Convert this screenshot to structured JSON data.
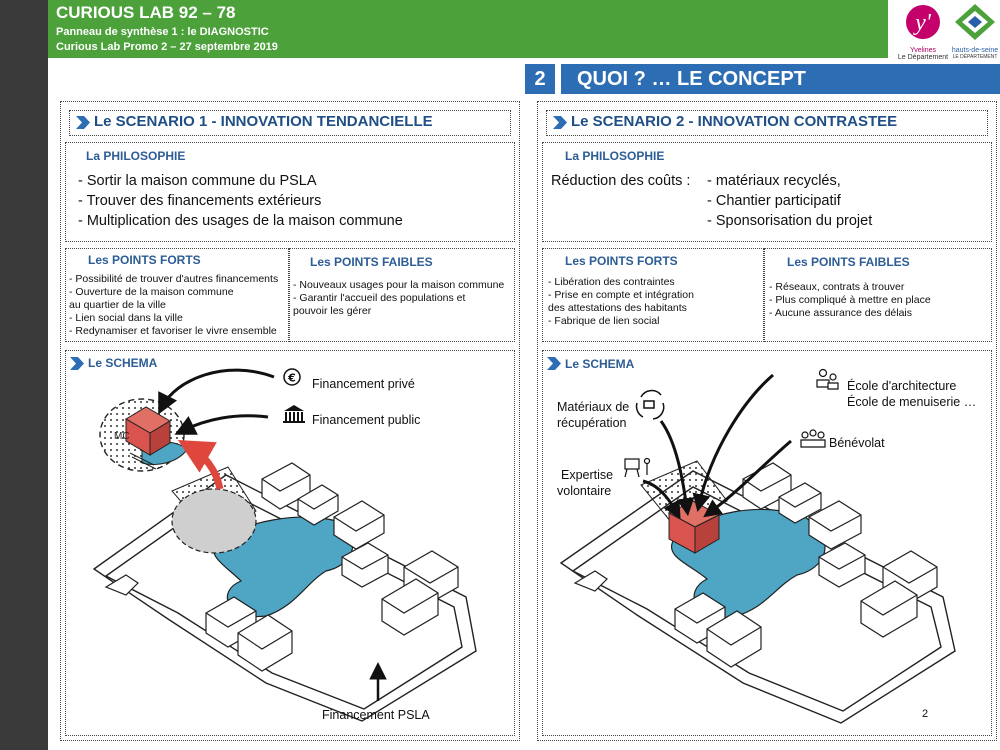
{
  "header": {
    "title": "CURIOUS LAB 92 – 78",
    "subtitle1": "Panneau de synthèse 1 : le DIAGNOSTIC",
    "subtitle2": "Curious Lab Promo 2 – 27 septembre 2019",
    "logo_left_name": "Yvelines",
    "logo_left_sub": "Le Département",
    "logo_right_name": "hauts-de-seine",
    "logo_right_sub": "LE DÉPARTEMENT"
  },
  "side_title": "CURIOUS LAB   92 - 78",
  "section": {
    "number": "2",
    "title": "QUOI ? … LE CONCEPT"
  },
  "scenario1": {
    "title": "Le SCENARIO 1 -  INNOVATION TENDANCIELLE",
    "philo_label": "La PHILOSOPHIE",
    "philo_lines": [
      "- Sortir la maison commune du PSLA",
      "- Trouver des financements extérieurs",
      "- Multiplication des usages de la maison commune"
    ],
    "forts_label": "Les POINTS FORTS",
    "forts_lines": [
      "- Possibilité de trouver d'autres financements",
      "- Ouverture de la maison commune",
      "au quartier de la ville",
      "- Lien social dans la ville",
      "- Redynamiser et favoriser le vivre ensemble"
    ],
    "faibles_label": "Les POINTS FAIBLES",
    "faibles_lines": [
      "- Nouveaux usages pour la maison commune",
      "- Garantir l'accueil des populations et",
      "pouvoir les gérer"
    ],
    "schema_label": "Le SCHEMA",
    "schema": {
      "financement_prive": "Financement privé",
      "financement_public": "Financement public",
      "financement_psla": "Financement PSLA",
      "mc_label": "MC"
    }
  },
  "scenario2": {
    "title": "Le SCENARIO 2 -  INNOVATION CONTRASTEE",
    "philo_label": "La PHILOSOPHIE",
    "philo_lead": "Réduction des coûts :",
    "philo_items": [
      "- matériaux recyclés,",
      "- Chantier participatif",
      "- Sponsorisation du projet"
    ],
    "forts_label": "Les POINTS FORTS",
    "forts_lines": [
      "- Libération des contraintes",
      "- Prise en compte et intégration",
      "des attestations des habitants",
      "- Fabrique de lien social"
    ],
    "faibles_label": "Les POINTS FAIBLES",
    "faibles_lines": [
      "- Réseaux, contrats à trouver",
      "- Plus compliqué à mettre en place",
      "- Aucune assurance des délais"
    ],
    "schema_label": "Le SCHEMA",
    "schema": {
      "materiaux_l1": "Matériaux de",
      "materiaux_l2": "récupération",
      "ecole_l1": "École d'architecture",
      "ecole_l2": "École de menuiserie …",
      "benevolat": "Bénévolat",
      "expertise_l1": "Expertise",
      "expertise_l2": "volontaire"
    },
    "page_number": "2"
  },
  "colors": {
    "header_green": "#4ca13b",
    "section_blue": "#2d6db3",
    "label_blue": "#2d5d95",
    "house_red": "#d9534f",
    "water_blue": "#4ea6c4",
    "arrow_red": "#e0473c"
  }
}
